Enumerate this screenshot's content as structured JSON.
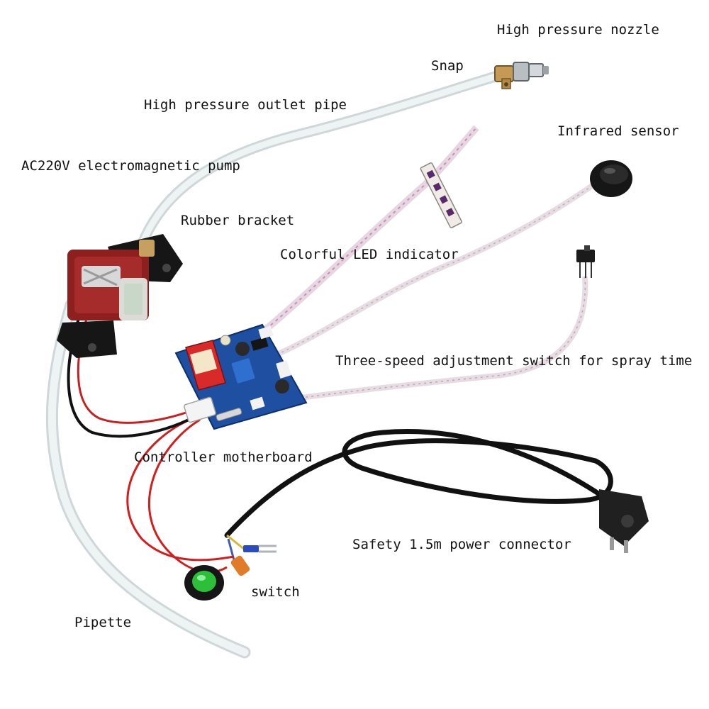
{
  "labels": {
    "high_pressure_nozzle": "High pressure nozzle",
    "snap": "Snap",
    "high_pressure_outlet_pipe": "High pressure outlet pipe",
    "infrared_sensor": "Infrared sensor",
    "pump": "AC220V electromagnetic pump",
    "rubber_bracket": "Rubber bracket",
    "led_indicator": "Colorful LED indicator",
    "three_speed_switch": "Three-speed adjustment switch for spray time",
    "controller_motherboard": "Controller motherboard",
    "power_connector": "Safety 1.5m power connector",
    "switch": "switch",
    "pipette": "Pipette"
  },
  "colors": {
    "background": "#ffffff",
    "board": "#1f4fa0",
    "tube": "#e8eef0",
    "ribbon": "#e9dde6",
    "wire_red": "#d41d1d",
    "wire_black": "#111111",
    "pump_coil": "#8e1f1f",
    "rocker_green": "#2bbf3a"
  }
}
